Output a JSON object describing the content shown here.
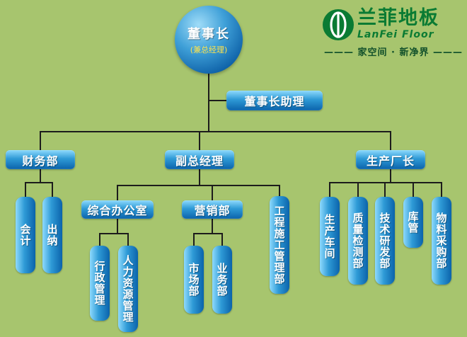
{
  "colors": {
    "background": "#a7c56e",
    "node_blue": "#1178be",
    "logo_green": "#0a7b33"
  },
  "logo": {
    "name": "兰菲地板",
    "subtitle": "LanFei Floor",
    "tagline": "——— 家空间 · 新净界 ———"
  },
  "org": {
    "root": {
      "label": "董事长",
      "sub": "(兼总经理)"
    },
    "assistant": {
      "label": "董事长助理"
    },
    "branches": [
      {
        "label": "财务部",
        "children": [
          {
            "label": "会计"
          },
          {
            "label": "出纳"
          }
        ]
      },
      {
        "label": "副总经理",
        "children": [
          {
            "label": "综合办公室",
            "children": [
              {
                "label": "行政管理"
              },
              {
                "label": "人力资源管理"
              }
            ]
          },
          {
            "label": "营销部",
            "children": [
              {
                "label": "市场部"
              },
              {
                "label": "业务部"
              }
            ]
          },
          {
            "label": "工程施工管理部"
          }
        ]
      },
      {
        "label": "生产厂长",
        "children": [
          {
            "label": "生产车间"
          },
          {
            "label": "质量检测部"
          },
          {
            "label": "技术研发部"
          },
          {
            "label": "库管"
          },
          {
            "label": "物料采购部"
          }
        ]
      }
    ]
  }
}
